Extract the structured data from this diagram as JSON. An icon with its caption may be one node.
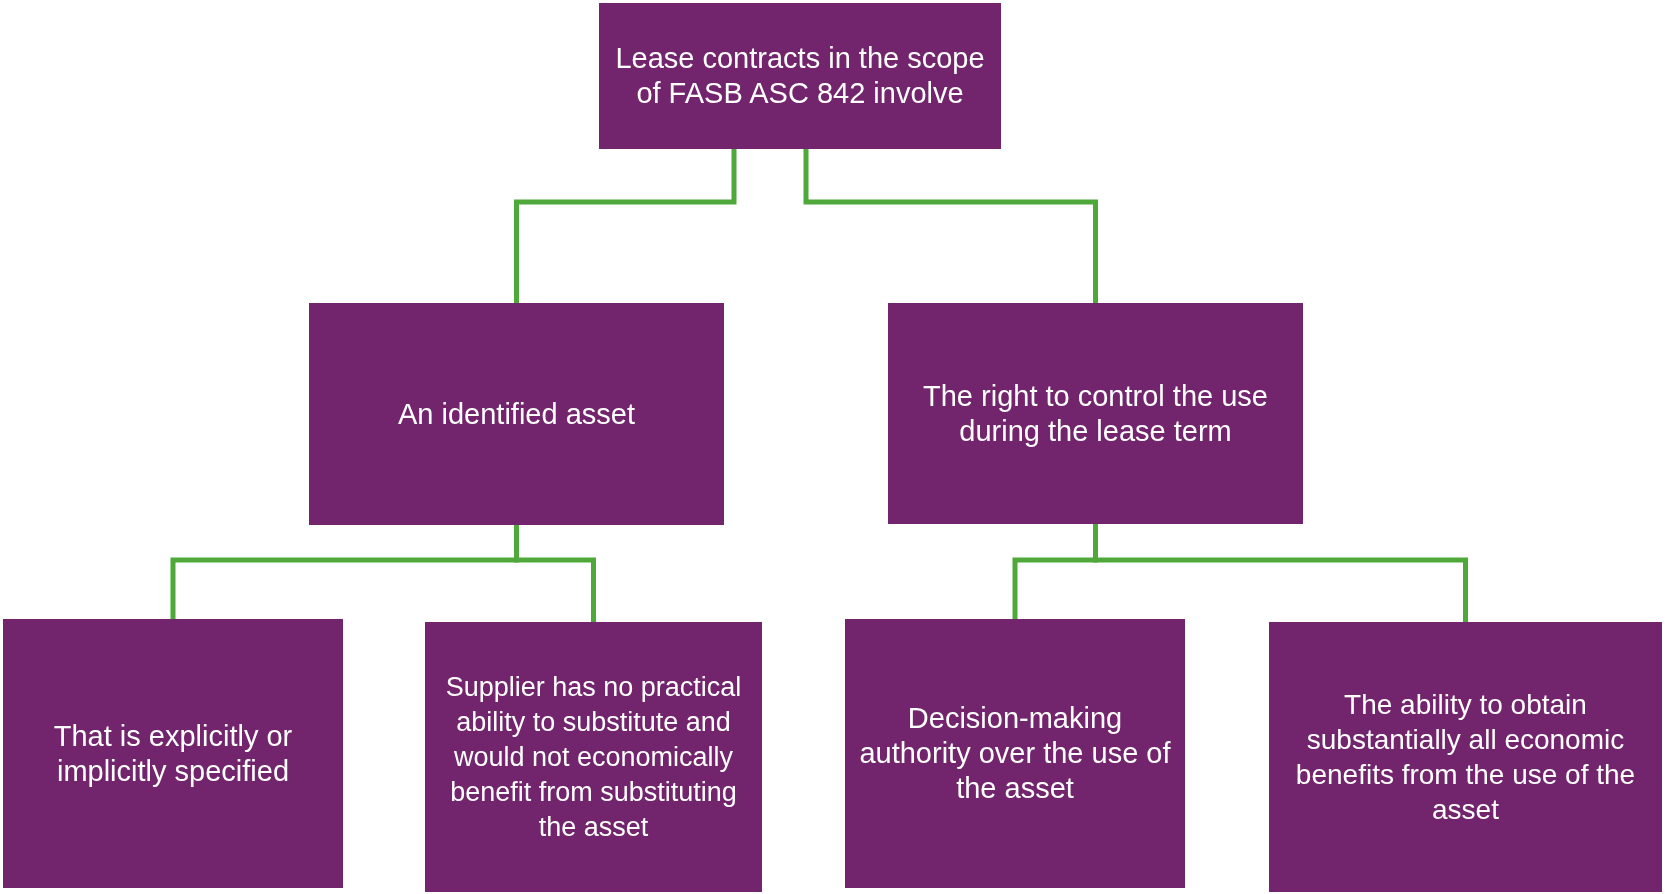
{
  "diagram": {
    "nodes": [
      {
        "text": [
          "Lease contracts in the scope of FASB ASC 842 involve"
        ]
      },
      {
        "text": [
          "An identified asset"
        ]
      },
      {
        "text": [
          "The right to control the use during the lease term"
        ]
      },
      {
        "text": [
          "That is explicitly or implicitly specified"
        ]
      },
      {
        "text": [
          "Supplier has no practical ability to substitute and would not economically benefit from substituting the asset"
        ]
      },
      {
        "text": [
          "Decision-making authority over the use of the asset"
        ]
      },
      {
        "text": [
          "The ability to obtain substantially all economic benefits from the use of the asset"
        ]
      }
    ],
    "edges": [
      {
        "from": 0,
        "to": 1,
        "arrow": "none"
      },
      {
        "from": 0,
        "to": 2,
        "arrow": "none"
      },
      {
        "from": 1,
        "to": 3,
        "arrow": "none"
      },
      {
        "from": 1,
        "to": 4,
        "arrow": "none"
      },
      {
        "from": 2,
        "to": 5,
        "arrow": "none"
      },
      {
        "from": 2,
        "to": 6,
        "arrow": "none"
      }
    ]
  }
}
